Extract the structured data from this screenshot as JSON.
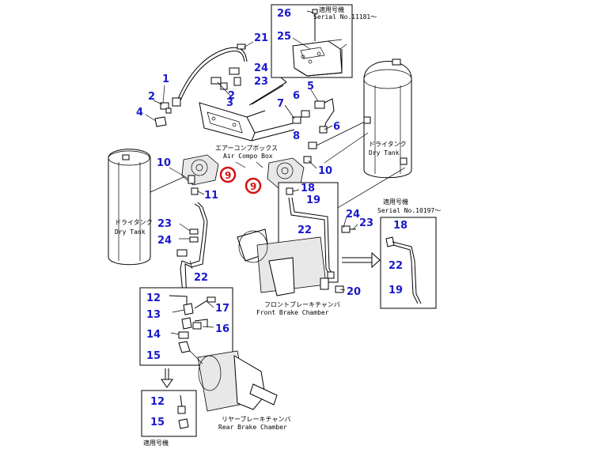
{
  "callouts": {
    "c26": "26",
    "c25": "25",
    "c21": "21",
    "c24a": "24",
    "c23a": "23",
    "c1": "1",
    "c2a": "2",
    "c3": "3",
    "c2b": "2",
    "c4": "4",
    "c5": "5",
    "c6a": "6",
    "c7": "7",
    "c6b": "6",
    "c8": "8",
    "c10a": "10",
    "c10b": "10",
    "c11": "11",
    "c18a": "18",
    "c19a": "19",
    "c24b": "24",
    "c23b": "23",
    "c22a": "22",
    "c23c": "23",
    "c24c": "24",
    "c22b": "22",
    "c18b": "18",
    "c22c": "22",
    "c19b": "19",
    "c20": "20",
    "c12a": "12",
    "c17": "17",
    "c13": "13",
    "c16": "16",
    "c14": "14",
    "c15a": "15",
    "c12b": "12",
    "c15b": "15",
    "red9a": "9",
    "red9b": "9"
  },
  "labels": {
    "serial_a_jp": "適用号機",
    "serial_a": "Serial No.11181～",
    "serial_b_jp": "適用号機",
    "serial_b": "Serial No.10197～",
    "air_comp_box_jp": "エアーコンプボックス",
    "air_comp_box": "Air Compo Box",
    "dry_tank_left_jp": "ドライタンク",
    "dry_tank_left": "Dry Tank",
    "dry_tank_right_jp": "ドライタンク",
    "dry_tank_right": "Dry Tank",
    "front_brake_jp": "フロントブレーキチャンバ",
    "front_brake": "Front Brake Chamber",
    "rear_brake_jp": "リヤーブレーキチャンバ",
    "rear_brake": "Rear Brake Chamber",
    "serial_c_jp": "適用号機"
  },
  "colors": {
    "callout": "#1a1acc",
    "highlight": "#d61010"
  }
}
